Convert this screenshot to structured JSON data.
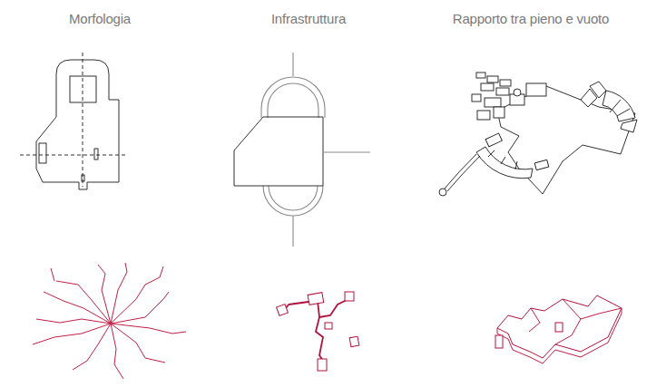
{
  "diagram": {
    "labels": [
      "Morfologia",
      "Infrastruttura",
      "Rapporto tra pieno e vuoto"
    ]
  }
}
